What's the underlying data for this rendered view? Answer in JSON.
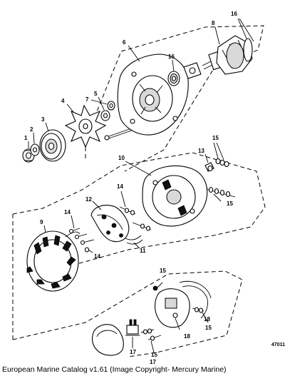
{
  "diagram": {
    "callouts": {
      "c1": "1",
      "c2": "2",
      "c3": "3",
      "c4": "4",
      "c5": "5",
      "c6": "6",
      "c7": "7",
      "c8": "8",
      "c9": "9",
      "c10": "10",
      "c11": "11",
      "c12": "12",
      "c13": "13",
      "c14a": "14",
      "c14b": "14",
      "c14c": "14",
      "c15a": "15",
      "c15b": "15",
      "c15c": "15",
      "c15d": "15",
      "c15e": "15",
      "c16a": "16",
      "c16b": "16",
      "c17a": "17",
      "c17b": "17",
      "c18a": "18",
      "c18b": "18"
    },
    "drawing_number": "47011"
  },
  "footer": {
    "caption": "European Marine Catalog v1.61 (Image Copyright- Mercury Marine)"
  }
}
